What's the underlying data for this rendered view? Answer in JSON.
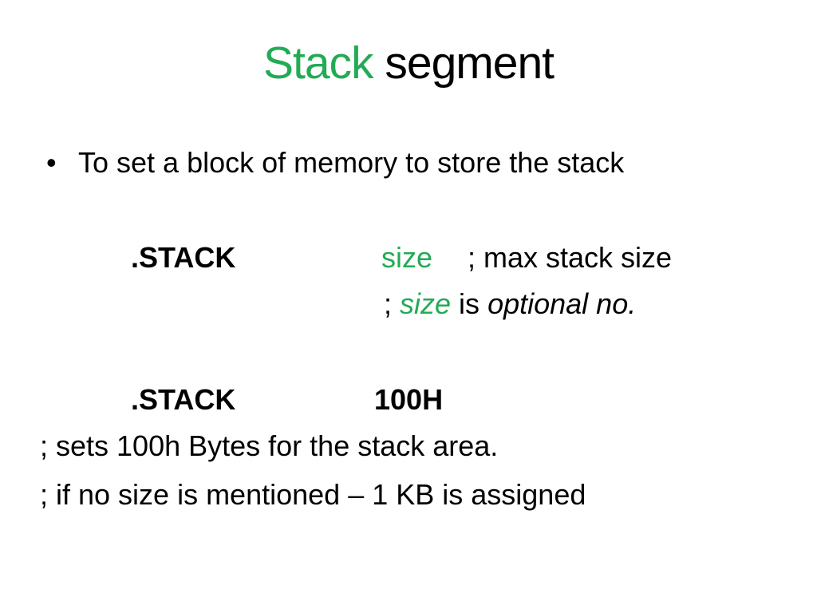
{
  "title": {
    "highlight": "Stack",
    "rest": " segment"
  },
  "bullet": {
    "marker": "•",
    "text": "To set a block of memory to store the stack"
  },
  "code_line_1": {
    "directive": ".STACK",
    "operand": "size",
    "comment": "; max stack size"
  },
  "optional_comment": {
    "prefix": "; ",
    "term": "size",
    "mid": " is ",
    "suffix": "optional no."
  },
  "code_line_2": {
    "directive": ".STACK",
    "operand": "100H"
  },
  "comments": [
    "; sets 100h Bytes for the stack area.",
    "; if no size is mentioned – 1 KB is assigned"
  ],
  "colors": {
    "accent_green": "#22AB55",
    "text": "#000000",
    "background": "#FFFFFF"
  }
}
